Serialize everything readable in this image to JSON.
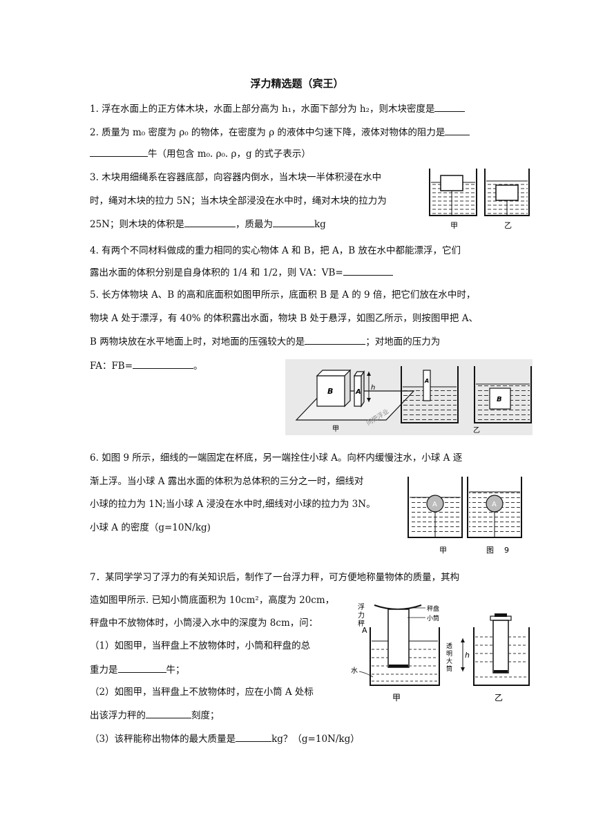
{
  "title": "浮力精选题（宾王）",
  "q1": {
    "text": "1. 浮在水面上的正方体木块，水面上部分高为 h₁，水面下部分为 h₂，则木块密度是"
  },
  "q2": {
    "line1": "2. 质量为 m₀ 密度为 ρ₀ 的物体，在密度为 ρ 的液体中匀速下降，液体对物体的阻力是",
    "line2": "牛（用包含 m₀. ρ₀. ρ，g 的式子表示）"
  },
  "q3": {
    "line1": "3. 木块用细绳系在容器底部，向容器内倒水，当木块一半体积浸在水中",
    "line2": "时，绳对木块的拉力 5N；当木块全部浸没在水中时，绳对木块的拉力为",
    "line3a": "25N；则木块的体积是",
    "line3b": "，质最为",
    "line3c": "kg",
    "fig_left": "甲",
    "fig_right": "乙"
  },
  "q4": {
    "line1": "4. 有两个不同材料做成的重力相同的实心物体 A 和 B，把 A，B 放在水中都能漂浮，它们",
    "line2": "露出水面的体积分别是自身体积的 1/4 和 1/2，则 VA：VB="
  },
  "q5": {
    "line1": "5. 长方体物块 A、B 的高和底面积如图甲所示，底面积 B 是 A 的 9 倍，把它们放在水中时，",
    "line2": "物块 A 处于漂浮，有 40% 的体积露出水面，物块 B 处于悬浮，如图乙所示，则按图甲把 A、",
    "line3a": "B 两物块放在水平地面上时，对地面的压强较大的是",
    "line3b": "；对地面的压力为",
    "line4": "FA：FB=",
    "line4end": "。",
    "fig": {
      "blockA": "A",
      "blockB": "B",
      "h": "h",
      "jia": "甲",
      "yi": "乙",
      "watermark": "问把浮业"
    }
  },
  "q6": {
    "line1": "6. 如图 9 所示，细线的一端固定在杯底，另一端拴住小球 A。向杯内缓慢注水，小球 A 逐",
    "line2": "渐上浮。当小球 A 露出水面的体积为总体积的三分之一时，细线对",
    "line3": "小球的拉力为 1N;当小球 A 浸没在水中时,细线对小球的拉力为 3N。",
    "line4": "小球 A 的密度（g=10N/kg)",
    "fig": {
      "ball": "A",
      "jia": "甲",
      "tu": "图",
      "num": "9"
    }
  },
  "q7": {
    "line1": "7．某同学学习了浮力的有关知识后，制作了一台浮力秤，可方便地称量物体的质量，其构",
    "line2": "造如图甲所示. 已知小筒底面积为 10cm²，高度为 20cm，",
    "line3": "秤盘中不放物体时，小筒浸入水中的深度为 8cm，问：",
    "line4": "（1）如图甲，当秤盘上不放物体时，小筒和秤盘的总",
    "line5a": "重力是",
    "line5b": "牛；",
    "line6": "（2）如图甲，当秤盘上不放物体时，应在小筒 A 处标",
    "line7a": "出该浮力秤的",
    "line7b": "刻度；",
    "line8a": "（3）该秤能称出物体的最大质量是",
    "line8b": "kg？（g=10N/kg）",
    "fig": {
      "pan": "秤盘",
      "tube": "小筒",
      "scale_v": "浮力秤",
      "A": "A",
      "water": "水",
      "big_tube": "透明大筒",
      "h": "h",
      "jia": "甲",
      "yi": "乙"
    }
  }
}
